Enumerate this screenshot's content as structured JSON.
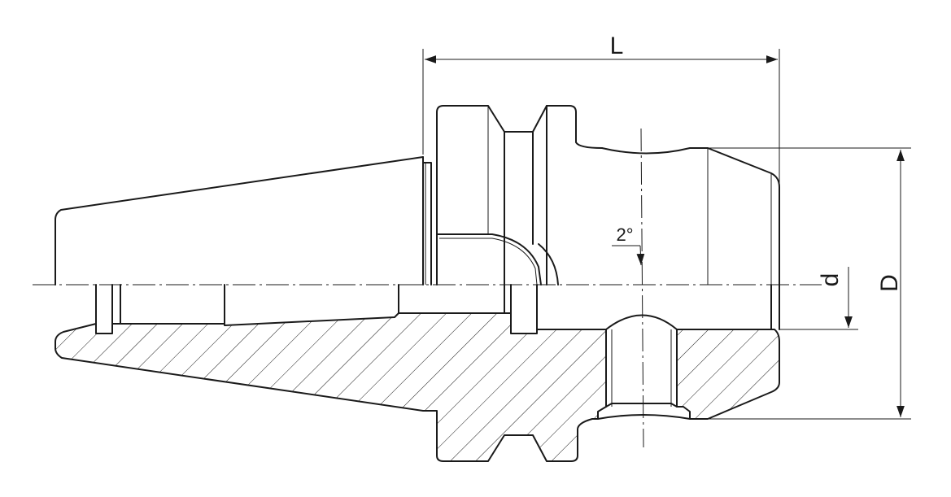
{
  "labels": {
    "length": "L",
    "outer_diameter": "D",
    "bore_diameter": "d",
    "taper_angle": "2°"
  },
  "colors": {
    "ink": "#1a1a1a",
    "background": "#ffffff"
  }
}
